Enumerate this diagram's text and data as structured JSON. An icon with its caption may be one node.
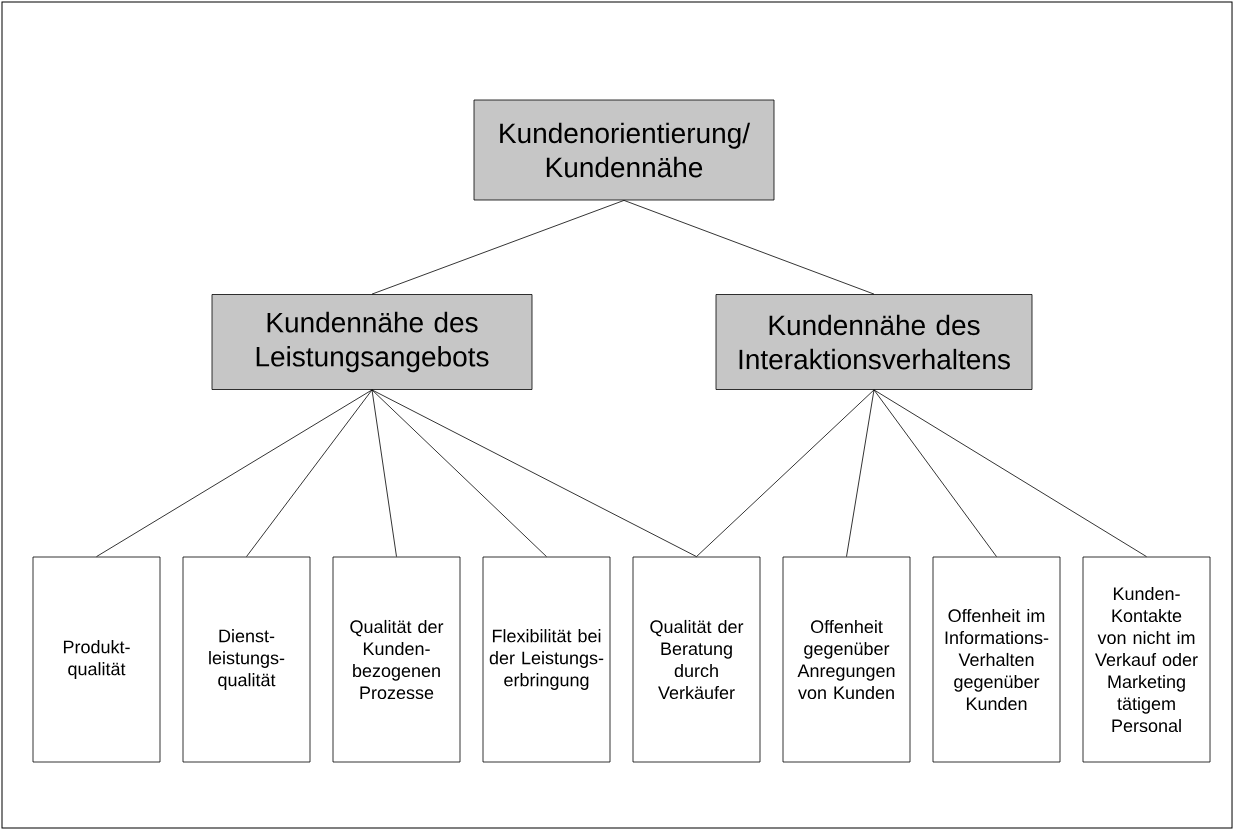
{
  "diagram": {
    "nodes": [
      {
        "text": [
          "Kundenorientierung/ Kundennähe"
        ]
      },
      {
        "text": [
          "Kundennähe des Leistungsangebots"
        ]
      },
      {
        "text": [
          "Kundennähe des Interaktionsverhaltens"
        ]
      },
      {
        "text": [
          "Produkt- qualität"
        ]
      },
      {
        "text": [
          "Dienst- leistungs- qualität"
        ]
      },
      {
        "text": [
          "Qualität der Kunden- bezogenen Prozesse"
        ]
      },
      {
        "text": [
          "Flexibilität bei der Leistungs- erbringung"
        ]
      },
      {
        "text": [
          "Qualität der Beratung durch Verkäufer"
        ]
      },
      {
        "text": [
          "Offenheit gegenüber Anregungen von Kunden"
        ]
      },
      {
        "text": [
          "Offenheit im Informations- Verhalten gegenüber Kunden"
        ]
      },
      {
        "text": [
          "Kunden- Kontakte von nicht im Verkauf oder Marketing tätigem Personal"
        ]
      }
    ],
    "edges": [
      {
        "from": 0,
        "to": 1,
        "arrow": "none"
      },
      {
        "from": 0,
        "to": 2,
        "arrow": "none"
      },
      {
        "from": 1,
        "to": 3,
        "arrow": "none"
      },
      {
        "from": 1,
        "to": 4,
        "arrow": "none"
      },
      {
        "from": 1,
        "to": 5,
        "arrow": "none"
      },
      {
        "from": 1,
        "to": 6,
        "arrow": "none"
      },
      {
        "from": 1,
        "to": 7,
        "arrow": "none"
      },
      {
        "from": 2,
        "to": 7,
        "arrow": "none"
      },
      {
        "from": 2,
        "to": 8,
        "arrow": "none"
      },
      {
        "from": 2,
        "to": 9,
        "arrow": "none"
      },
      {
        "from": 2,
        "to": 10,
        "arrow": "none"
      }
    ]
  }
}
